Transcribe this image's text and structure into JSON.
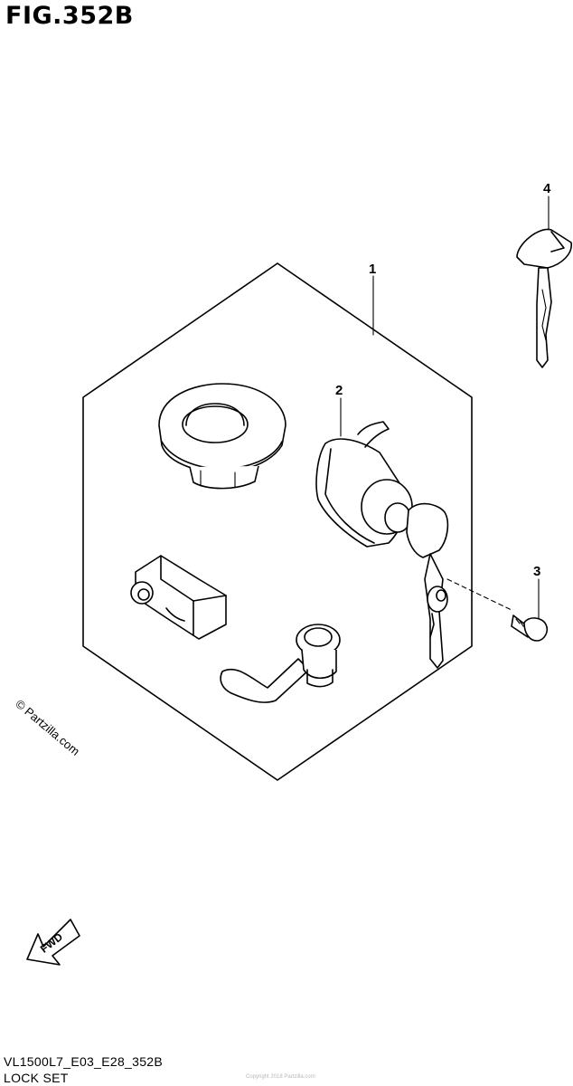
{
  "figure": {
    "title": "FIG.352B",
    "code": "VL1500L7_E03_E28_352B",
    "name": "LOCK SET",
    "watermark": "© Partzilla.com",
    "footer_faint": "Copyright 2018 Partzilla.com"
  },
  "callouts": [
    {
      "label": "1"
    },
    {
      "label": "2"
    },
    {
      "label": "3"
    },
    {
      "label": "4"
    }
  ],
  "fwd_label": "FWD"
}
